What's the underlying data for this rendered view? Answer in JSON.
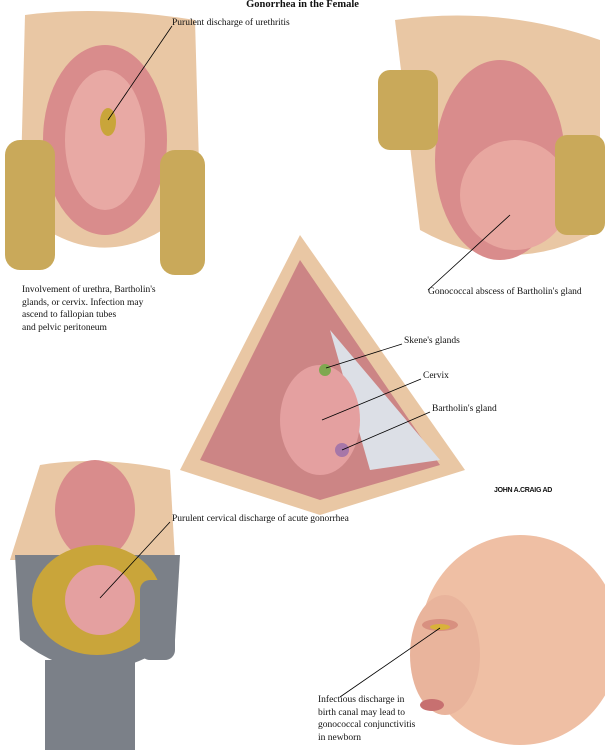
{
  "title": "Gonorrhea in the Female",
  "panels": {
    "top_left": {
      "label": "Purulent discharge of urethritis"
    },
    "top_left_caption": [
      "Involvement of urethra, Bartholin's",
      "glands, or cervix. Infection may",
      "ascend to fallopian tubes",
      "and pelvic peritoneum"
    ],
    "top_right": {
      "label": "Gonococcal abscess of Bartholin's gland"
    },
    "center": {
      "labels": [
        "Skene's glands",
        "Cervix",
        "Bartholin's gland"
      ]
    },
    "bottom_left": {
      "label": "Purulent cervical discharge of acute gonorrhea"
    },
    "bottom_right": {
      "caption": [
        "Infectious discharge in",
        "birth canal may lead to",
        "gonococcal conjunctivitis",
        "in newborn"
      ]
    }
  },
  "signature": "JOHN A.CRAIG AD",
  "colors": {
    "skin": "#e8c39e",
    "tissue": "#d98c8c",
    "glove": "#c9a95a",
    "metal": "#7b8088"
  }
}
